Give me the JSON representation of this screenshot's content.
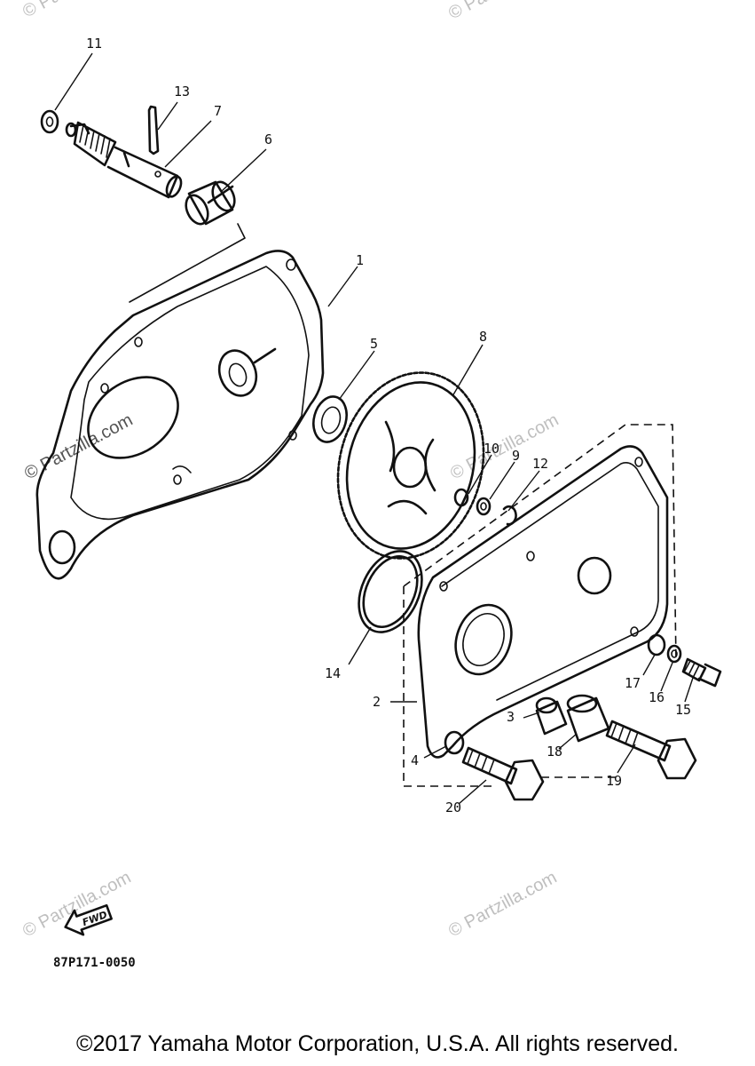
{
  "callouts": [
    {
      "id": "11",
      "text": "11"
    },
    {
      "id": "13",
      "text": "13"
    },
    {
      "id": "7",
      "text": "7"
    },
    {
      "id": "6",
      "text": "6"
    },
    {
      "id": "1",
      "text": "1"
    },
    {
      "id": "5",
      "text": "5"
    },
    {
      "id": "8",
      "text": "8"
    },
    {
      "id": "10",
      "text": "10"
    },
    {
      "id": "9",
      "text": "9"
    },
    {
      "id": "12",
      "text": "12"
    },
    {
      "id": "14",
      "text": "14"
    },
    {
      "id": "2",
      "text": "2"
    },
    {
      "id": "17",
      "text": "17"
    },
    {
      "id": "16",
      "text": "16"
    },
    {
      "id": "15",
      "text": "15"
    },
    {
      "id": "3",
      "text": "3"
    },
    {
      "id": "18",
      "text": "18"
    },
    {
      "id": "4",
      "text": "4"
    },
    {
      "id": "19",
      "text": "19"
    },
    {
      "id": "20",
      "text": "20"
    }
  ],
  "watermark": "© Partzilla.com",
  "fwd_label": "FWD",
  "diagram_code": "87P171-0050",
  "copyright": "©2017  Yamaha Motor Corporation, U.S.A. All rights reserved."
}
